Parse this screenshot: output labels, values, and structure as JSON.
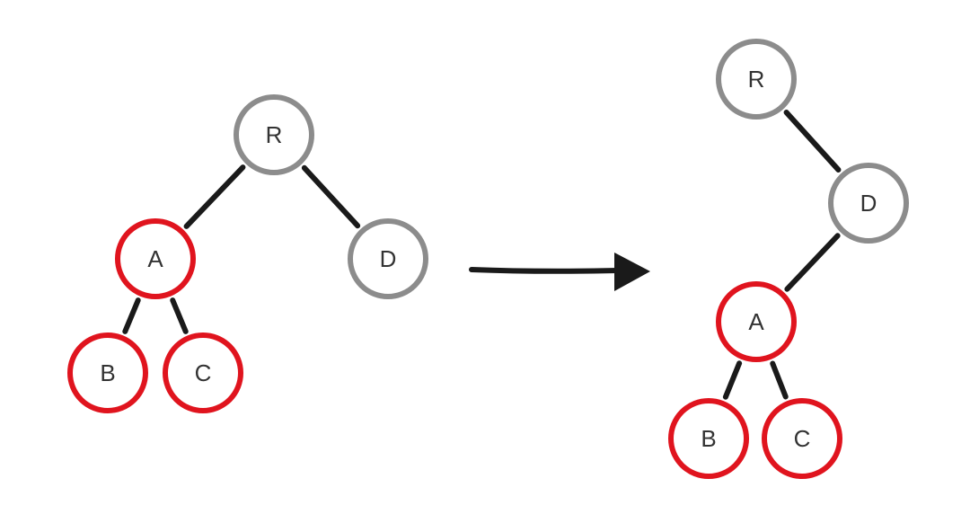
{
  "colors": {
    "highlight": "#e0141e",
    "normal": "#8c8c8c",
    "edge": "#1a1a1a"
  },
  "before": {
    "nodes": [
      {
        "id": "R",
        "label": "R",
        "color": "gray"
      },
      {
        "id": "A",
        "label": "A",
        "color": "red"
      },
      {
        "id": "D",
        "label": "D",
        "color": "gray"
      },
      {
        "id": "B",
        "label": "B",
        "color": "red"
      },
      {
        "id": "C",
        "label": "C",
        "color": "red"
      }
    ],
    "edges": [
      [
        "R",
        "A"
      ],
      [
        "R",
        "D"
      ],
      [
        "A",
        "B"
      ],
      [
        "A",
        "C"
      ]
    ]
  },
  "after": {
    "nodes": [
      {
        "id": "R",
        "label": "R",
        "color": "gray"
      },
      {
        "id": "D",
        "label": "D",
        "color": "gray"
      },
      {
        "id": "A",
        "label": "A",
        "color": "red"
      },
      {
        "id": "B",
        "label": "B",
        "color": "red"
      },
      {
        "id": "C",
        "label": "C",
        "color": "red"
      }
    ],
    "edges": [
      [
        "R",
        "D"
      ],
      [
        "D",
        "A"
      ],
      [
        "A",
        "B"
      ],
      [
        "A",
        "C"
      ]
    ]
  }
}
